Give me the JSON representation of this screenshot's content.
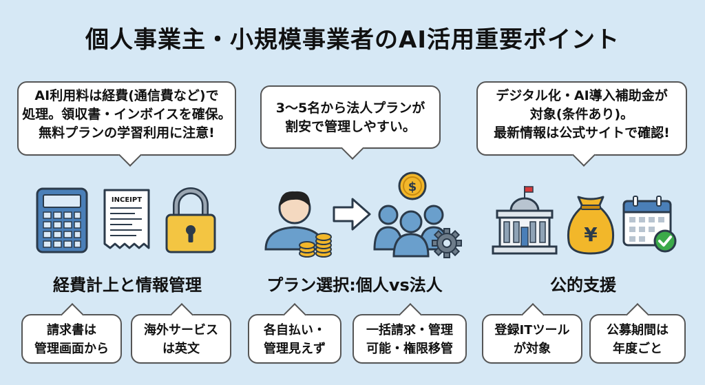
{
  "title": "個人事業主・小規模事業者のAI活用重要ポイント",
  "sections": [
    {
      "heading": "経費計上と情報管理",
      "top_bubble": [
        "AI利用料は経費(通信費など)で",
        "処理。領収書・インボイスを確保。",
        "無料プランの学習利用に注意!"
      ],
      "receipt_text": "INCEIPT",
      "bottom_bubbles": [
        [
          "請求書は",
          "管理画面から"
        ],
        [
          "海外サービス",
          "は英文"
        ]
      ]
    },
    {
      "heading": "プラン選択:個人vs法人",
      "top_bubble": [
        "3〜5名から法人プランが",
        "割安で管理しやすい。"
      ],
      "bottom_bubbles": [
        [
          "各自払い・",
          "管理見えず"
        ],
        [
          "一括請求・管理",
          "可能・権限移管"
        ]
      ]
    },
    {
      "heading": "公的支援",
      "top_bubble": [
        "デジタル化・AI導入補助金が",
        "対象(条件あり)。",
        "最新情報は公式サイトで確認!"
      ],
      "yen_symbol": "¥",
      "bottom_bubbles": [
        [
          "登録ITツール",
          "が対象"
        ],
        [
          "公募期間は",
          "年度ごと"
        ]
      ]
    }
  ],
  "colors": {
    "background": "#d6e8f5",
    "calculator": "#4a7fb8",
    "lock": "#f3c542",
    "person": "#6a9fcc",
    "coin": "#f2b72a",
    "gear": "#6d7c8a",
    "building": "#b8c4d0",
    "check": "#3caa4a"
  }
}
